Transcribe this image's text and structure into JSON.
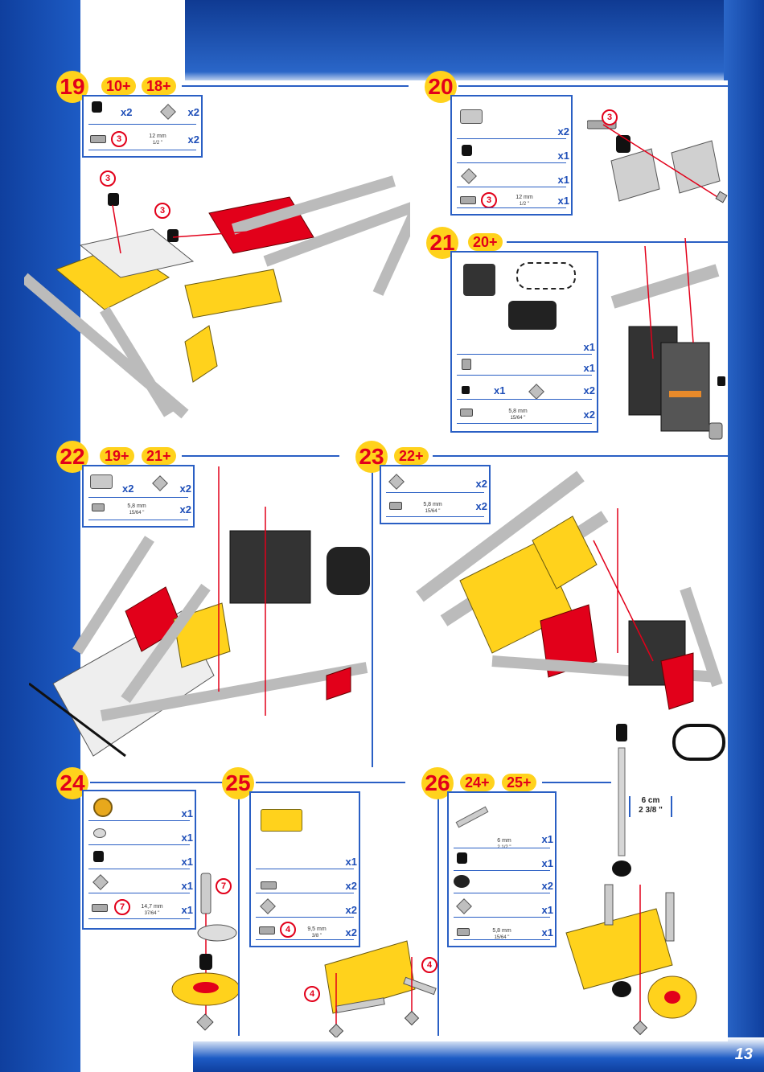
{
  "page_number": "13",
  "colors": {
    "accent_blue": "#2a5fc4",
    "badge_yellow": "#ffd21c",
    "badge_red": "#e2001a",
    "part_red": "#e2001a",
    "part_yellow": "#ffd21c",
    "part_grey": "#c4c4c4"
  },
  "steps": {
    "s19": {
      "number": "19",
      "refs": [
        "10+",
        "18+"
      ],
      "parts": [
        {
          "icon": "roller-icon",
          "qty": "x2"
        },
        {
          "icon": "square-nut-icon",
          "qty": "x2"
        },
        {
          "icon": "screw-icon",
          "ref": "3",
          "dim_mm": "12 mm",
          "dim_in": "1/2 \"",
          "qty": "x2"
        }
      ],
      "scene_refs": [
        "3",
        "3"
      ]
    },
    "s20": {
      "number": "20",
      "refs": [],
      "parts": [
        {
          "icon": "angle-bracket-icon",
          "qty": "x2"
        },
        {
          "icon": "roller-icon",
          "qty": "x1"
        },
        {
          "icon": "square-nut-icon",
          "qty": "x1"
        },
        {
          "icon": "screw-icon",
          "ref": "3",
          "dim_mm": "12 mm",
          "dim_in": "1/2 \"",
          "qty": "x1"
        }
      ],
      "scene_refs": [
        "3"
      ]
    },
    "s21": {
      "number": "21",
      "refs": [
        "20+"
      ],
      "parts": [
        {
          "icon": "motor-battery-icon",
          "qty": "x1"
        },
        {
          "icon": "pinion-icon",
          "qty": "x1"
        },
        {
          "icon": "small-nut-icon",
          "qty": "x1"
        },
        {
          "icon": "square-nut-icon",
          "qty": "x2"
        },
        {
          "icon": "bolt-icon",
          "dim_mm": "5,8 mm",
          "dim_in": "15/64 \"",
          "qty": "x2"
        }
      ]
    },
    "s22": {
      "number": "22",
      "refs": [
        "19+",
        "21+"
      ],
      "parts": [
        {
          "icon": "angle-bracket-icon",
          "qty": "x2"
        },
        {
          "icon": "square-nut-icon",
          "qty": "x2"
        },
        {
          "icon": "bolt-icon",
          "dim_mm": "5,8 mm",
          "dim_in": "15/64 \"",
          "qty": "x2"
        }
      ]
    },
    "s23": {
      "number": "23",
      "refs": [
        "22+"
      ],
      "parts": [
        {
          "icon": "square-nut-icon",
          "qty": "x2"
        },
        {
          "icon": "bolt-icon",
          "dim_mm": "5,8 mm",
          "dim_in": "15/64 \"",
          "qty": "x2"
        }
      ]
    },
    "s24": {
      "number": "24",
      "refs": [],
      "parts": [
        {
          "icon": "pulley-icon",
          "qty": "x1"
        },
        {
          "icon": "angle-bracket-icon",
          "qty": "x1"
        },
        {
          "icon": "roller-icon",
          "qty": "x1"
        },
        {
          "icon": "square-nut-icon",
          "qty": "x1"
        },
        {
          "icon": "screw-icon",
          "ref": "7",
          "dim_mm": "14,7 mm",
          "dim_in": "37/64 \"",
          "qty": "x1"
        }
      ],
      "scene_refs": [
        "7"
      ]
    },
    "s25": {
      "number": "25",
      "refs": [],
      "parts": [
        {
          "icon": "flanged-plate-icon",
          "qty": "x1"
        },
        {
          "icon": "axle-clip-icon",
          "qty": "x2"
        },
        {
          "icon": "square-nut-icon",
          "qty": "x2"
        },
        {
          "icon": "screw-icon",
          "ref": "4",
          "dim_mm": "9,5 mm",
          "dim_in": "3/8 \"",
          "qty": "x2"
        }
      ],
      "scene_refs": [
        "4",
        "4"
      ]
    },
    "s26": {
      "number": "26",
      "refs": [
        "24+",
        "25+"
      ],
      "parts": [
        {
          "icon": "axle-rod-icon",
          "dim_mm": "6 mm",
          "dim_in": "2 1/2 \"",
          "qty": "x1"
        },
        {
          "icon": "roller-icon",
          "qty": "x1"
        },
        {
          "icon": "tyre-icon",
          "qty": "x2"
        },
        {
          "icon": "square-nut-icon",
          "qty": "x1"
        },
        {
          "icon": "bolt-icon",
          "dim_mm": "5,8 mm",
          "dim_in": "15/64 \"",
          "qty": "x1"
        }
      ],
      "axle_length": {
        "cm": "6 cm",
        "inch": "2 3/8 \""
      }
    }
  }
}
